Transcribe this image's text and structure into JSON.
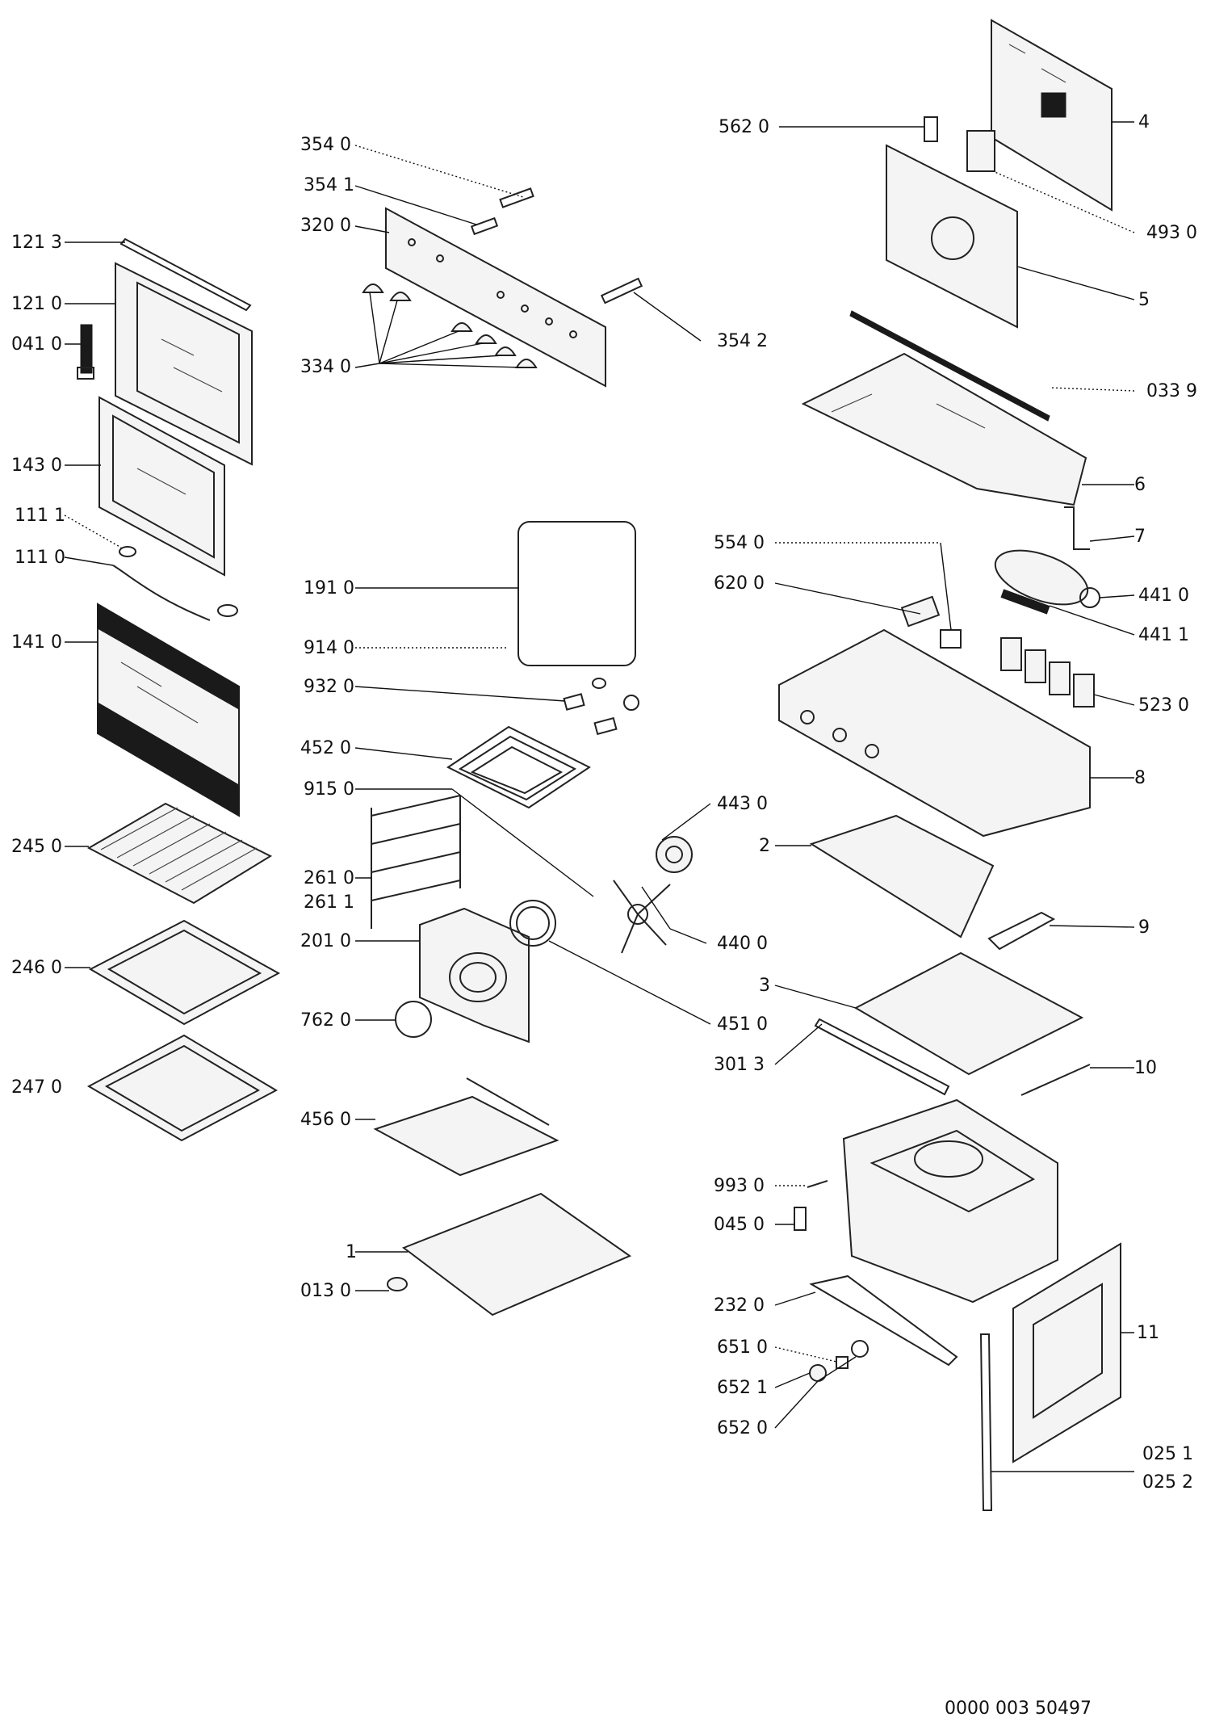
{
  "labels": {
    "l_3540": "354 0",
    "l_3541": "354 1",
    "l_3200": "320 0",
    "l_3542": "354 2",
    "l_3340": "334 0",
    "l_1213": "121 3",
    "l_1210": "121 0",
    "l_0410": "041 0",
    "l_1430": "143 0",
    "l_1111": "111 1",
    "l_1110": "111 0",
    "l_1410": "141 0",
    "l_2450": "245 0",
    "l_2460": "246 0",
    "l_2470": "247 0",
    "l_1910": "191 0",
    "l_9140": "914 0",
    "l_9320": "932 0",
    "l_4520": "452 0",
    "l_9150": "915 0",
    "l_4430": "443 0",
    "l_2610": "261 0",
    "l_2611": "261 1",
    "l_2010": "201 0",
    "l_4400": "440 0",
    "l_7620": "762 0",
    "l_4510": "451 0",
    "l_4560": "456 0",
    "l_1": "1",
    "l_0130": "013 0",
    "l_5620": "562 0",
    "l_4": "4",
    "l_4930": "493 0",
    "l_5": "5",
    "l_0339": "033 9",
    "l_6": "6",
    "l_7": "7",
    "l_5540": "554 0",
    "l_6200": "620 0",
    "l_4410": "441 0",
    "l_4411": "441 1",
    "l_5230": "523 0",
    "l_8": "8",
    "l_2": "2",
    "l_9": "9",
    "l_3": "3",
    "l_3013": "301 3",
    "l_10": "10",
    "l_9930": "993 0",
    "l_0450": "045 0",
    "l_2320": "232 0",
    "l_6510": "651 0",
    "l_6521": "652 1",
    "l_6520": "652 0",
    "l_11": "11",
    "l_0251": "025 1",
    "l_0252": "025 2"
  },
  "document_number": "0000 003 50497"
}
